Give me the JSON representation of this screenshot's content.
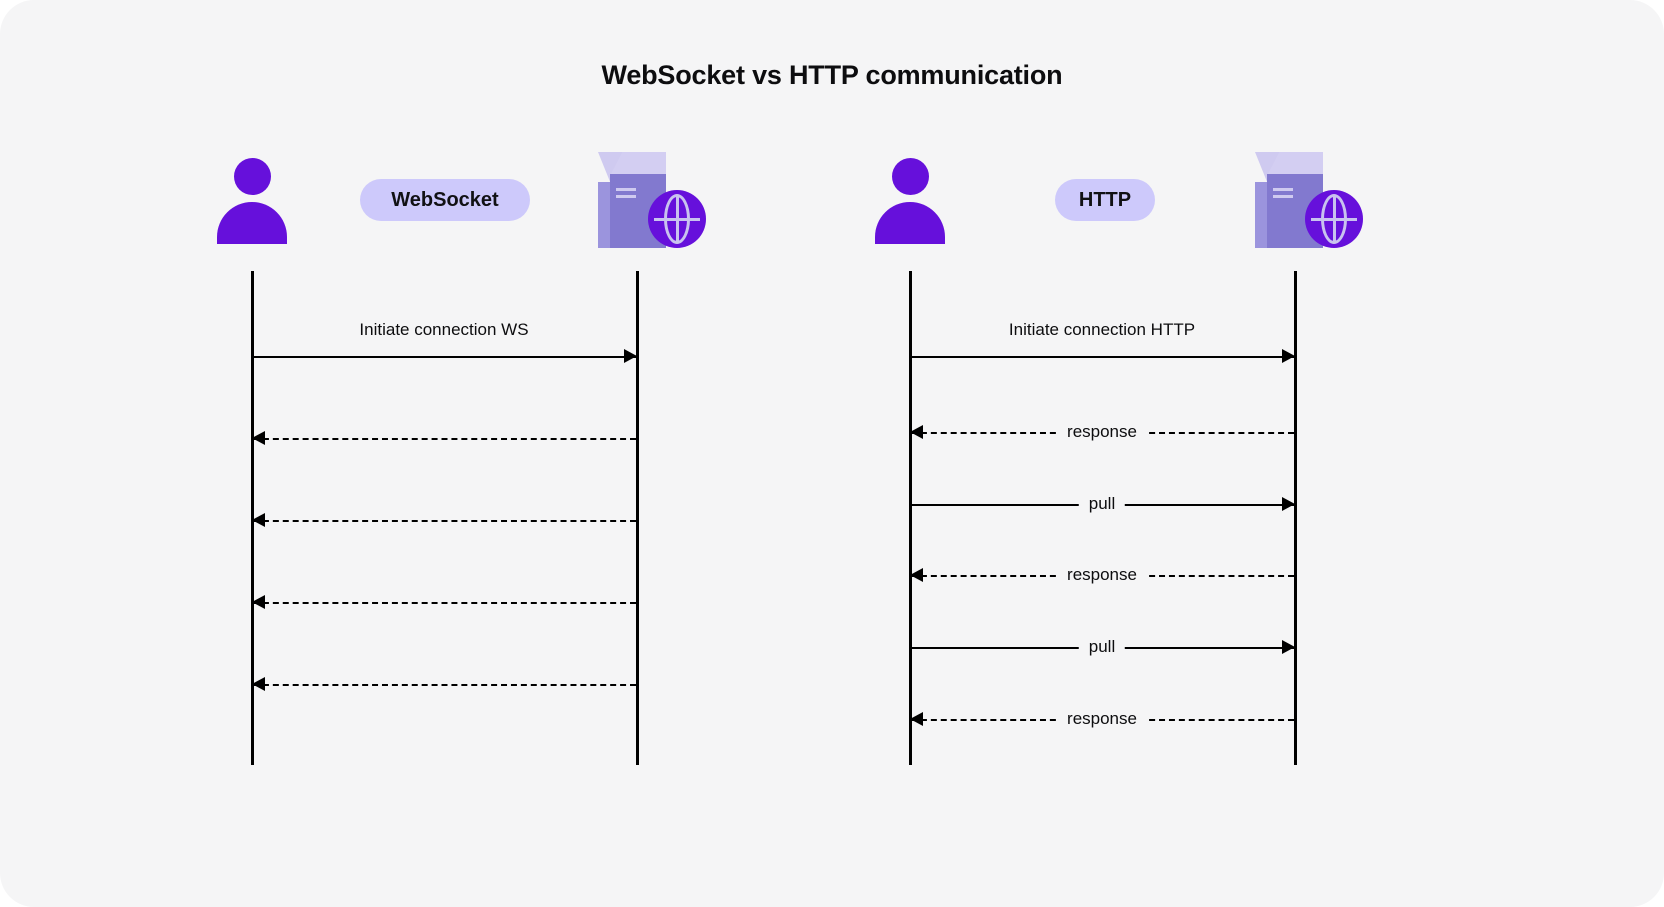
{
  "diagram": {
    "title": "WebSocket vs HTTP communication",
    "background_color": "#f5f5f6",
    "accent_color": "#6610db",
    "badge_color": "#cdc9fb",
    "line_color": "#000000",
    "panels": [
      {
        "id": "websocket",
        "badge": "WebSocket",
        "actor_left": "user-icon",
        "actor_right": "server-globe-icon",
        "messages": [
          {
            "label": "Initiate connection WS",
            "direction": "right",
            "style": "solid",
            "label_position": "above"
          },
          {
            "label": "",
            "direction": "left",
            "style": "dashed",
            "label_position": "none"
          },
          {
            "label": "",
            "direction": "left",
            "style": "dashed",
            "label_position": "none"
          },
          {
            "label": "",
            "direction": "left",
            "style": "dashed",
            "label_position": "none"
          },
          {
            "label": "",
            "direction": "left",
            "style": "dashed",
            "label_position": "none"
          }
        ]
      },
      {
        "id": "http",
        "badge": "HTTP",
        "actor_left": "user-icon",
        "actor_right": "server-globe-icon",
        "messages": [
          {
            "label": "Initiate connection HTTP",
            "direction": "right",
            "style": "solid",
            "label_position": "above"
          },
          {
            "label": "response",
            "direction": "left",
            "style": "dashed",
            "label_position": "center"
          },
          {
            "label": "pull",
            "direction": "right",
            "style": "solid",
            "label_position": "center"
          },
          {
            "label": "response",
            "direction": "left",
            "style": "dashed",
            "label_position": "center"
          },
          {
            "label": "pull",
            "direction": "right",
            "style": "solid",
            "label_position": "center"
          },
          {
            "label": "response",
            "direction": "left",
            "style": "dashed",
            "label_position": "center"
          }
        ]
      }
    ]
  }
}
